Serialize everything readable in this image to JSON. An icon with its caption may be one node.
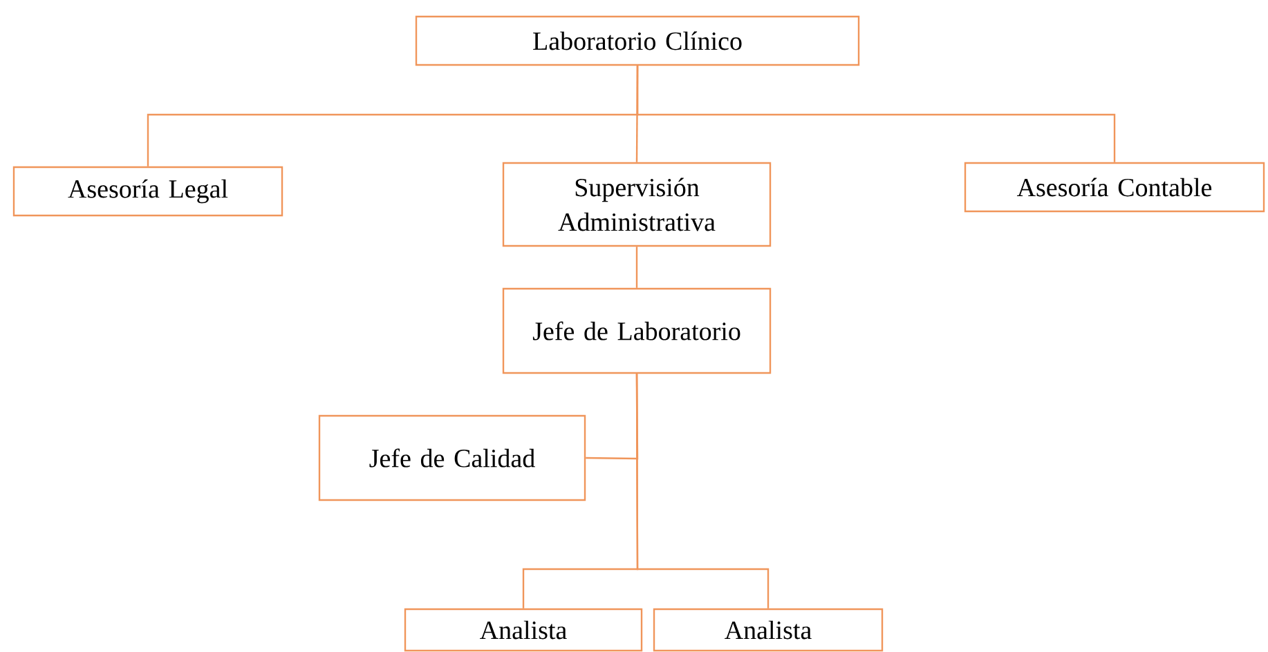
{
  "diagram": {
    "nodes": [
      {
        "text": [
          "Laboratorio Clínico"
        ]
      },
      {
        "text": [
          "Asesoría Legal"
        ]
      },
      {
        "text": [
          "Supervisión Administrativa"
        ]
      },
      {
        "text": [
          "Asesoría Contable"
        ]
      },
      {
        "text": [
          "Jefe de Laboratorio"
        ]
      },
      {
        "text": [
          "Jefe de Calidad"
        ]
      },
      {
        "text": [
          "Analista"
        ]
      },
      {
        "text": [
          "Analista"
        ]
      }
    ],
    "edges": [
      {
        "from": 0,
        "to": 1,
        "arrow": "none"
      },
      {
        "from": 0,
        "to": 2,
        "arrow": "none"
      },
      {
        "from": 0,
        "to": 3,
        "arrow": "none"
      },
      {
        "from": 2,
        "to": 4,
        "arrow": "none"
      },
      {
        "from": 4,
        "to": 5,
        "arrow": "none"
      },
      {
        "from": 4,
        "to": 6,
        "arrow": "none"
      },
      {
        "from": 4,
        "to": 7,
        "arrow": "none"
      }
    ]
  }
}
